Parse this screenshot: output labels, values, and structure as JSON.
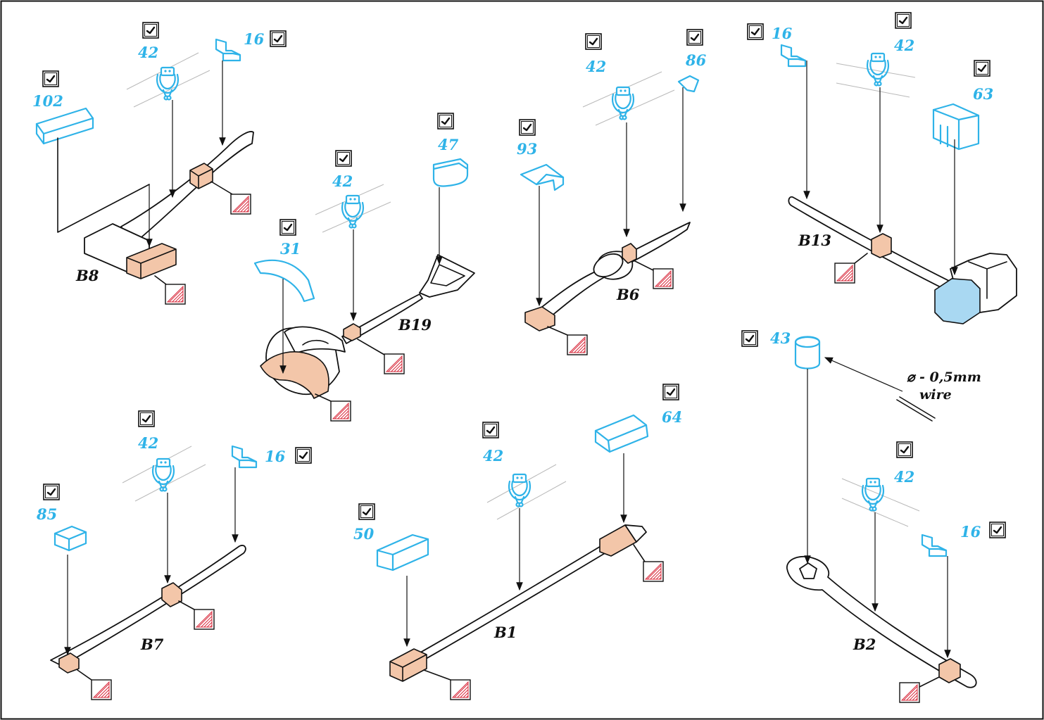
{
  "parts": {
    "p16": "16",
    "p42": "42",
    "p102": "102",
    "p47": "47",
    "p31": "31",
    "p93": "93",
    "p86": "86",
    "p63": "63",
    "p43": "43",
    "p85": "85",
    "p50": "50",
    "p64": "64"
  },
  "assemblies": {
    "b8": "B8",
    "b19": "B19",
    "b6": "B6",
    "b13": "B13",
    "b7": "B7",
    "b1": "B1",
    "b2": "B2"
  },
  "wire_note": {
    "line1": "⌀ - 0,5mm",
    "line2": "wire"
  },
  "colors": {
    "photo_etch": "#2fb3e8",
    "skin": "#f3c6a9",
    "paint_swatch": "#d8283a",
    "outline": "#111111"
  },
  "icons": {
    "fold": "fold-check-icon",
    "paint": "paint-swatch-icon"
  }
}
